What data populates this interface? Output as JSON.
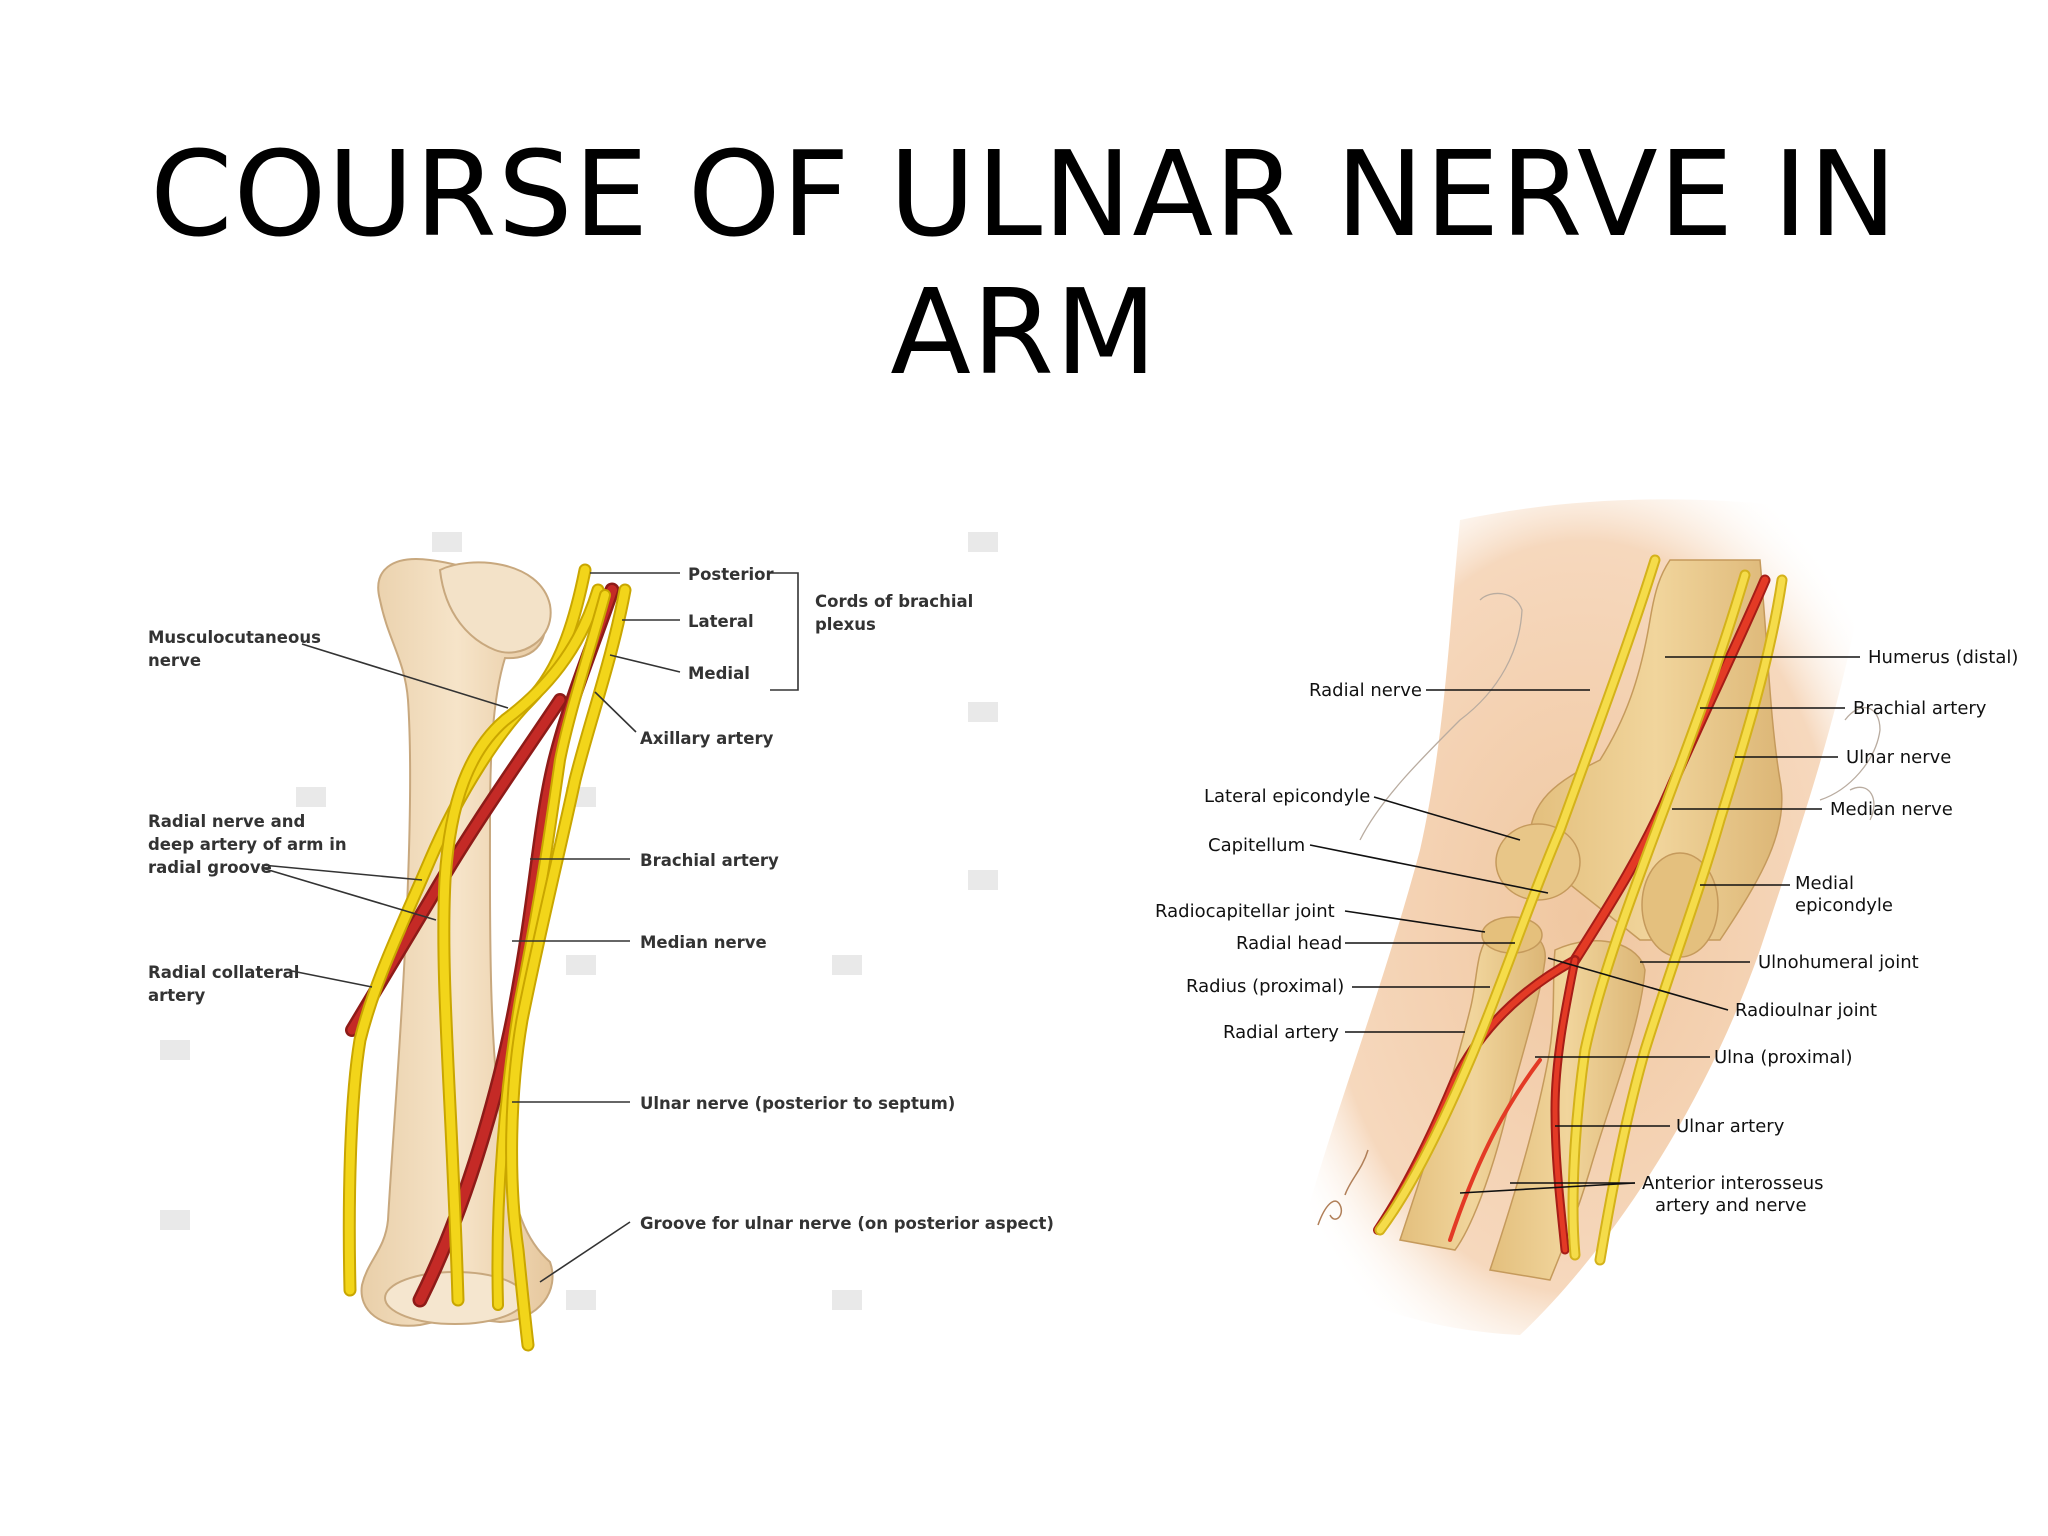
{
  "title": "COURSE OF ULNAR NERVE IN ARM",
  "colors": {
    "nerve": "#f2d51a",
    "nerve_outline": "#c9a600",
    "artery": "#c42a26",
    "bone": "#f1d9b8",
    "skin": "#f3c9a2"
  },
  "left_diagram": {
    "labels": {
      "posterior": "Posterior",
      "lateral": "Lateral",
      "medial": "Medial",
      "cords_line1": "Cords of brachial",
      "cords_line2": "plexus",
      "musculo_line1": "Musculocutaneous",
      "musculo_line2": "nerve",
      "axillary_artery": "Axillary artery",
      "radial_line1": "Radial nerve and",
      "radial_line2": "deep artery of arm in",
      "radial_line3": "radial groove",
      "brachial_artery": "Brachial artery",
      "median_nerve": "Median nerve",
      "radial_coll_line1": "Radial collateral",
      "radial_coll_line2": "artery",
      "ulnar_nerve": "Ulnar nerve (posterior to septum)",
      "groove": "Groove for ulnar nerve (on posterior aspect)"
    }
  },
  "right_diagram": {
    "labels": {
      "radial_nerve": "Radial nerve",
      "lateral_epicondyle": "Lateral epicondyle",
      "capitellum": "Capitellum",
      "radiocapitellar_joint": "Radiocapitellar joint",
      "radial_head": "Radial head",
      "radius_proximal": "Radius (proximal)",
      "radial_artery": "Radial artery",
      "humerus_distal": "Humerus (distal)",
      "brachial_artery": "Brachial artery",
      "ulnar_nerve": "Ulnar nerve",
      "median_nerve": "Median nerve",
      "medial_line1": "Medial",
      "medial_line2": "epicondyle",
      "ulnohumeral_joint": "Ulnohumeral joint",
      "radioulnar_joint": "Radioulnar joint",
      "ulna_proximal": "Ulna (proximal)",
      "ulnar_artery": "Ulnar artery",
      "interosseus_line1": "Anterior interosseus",
      "interosseus_line2": "artery and nerve"
    }
  }
}
